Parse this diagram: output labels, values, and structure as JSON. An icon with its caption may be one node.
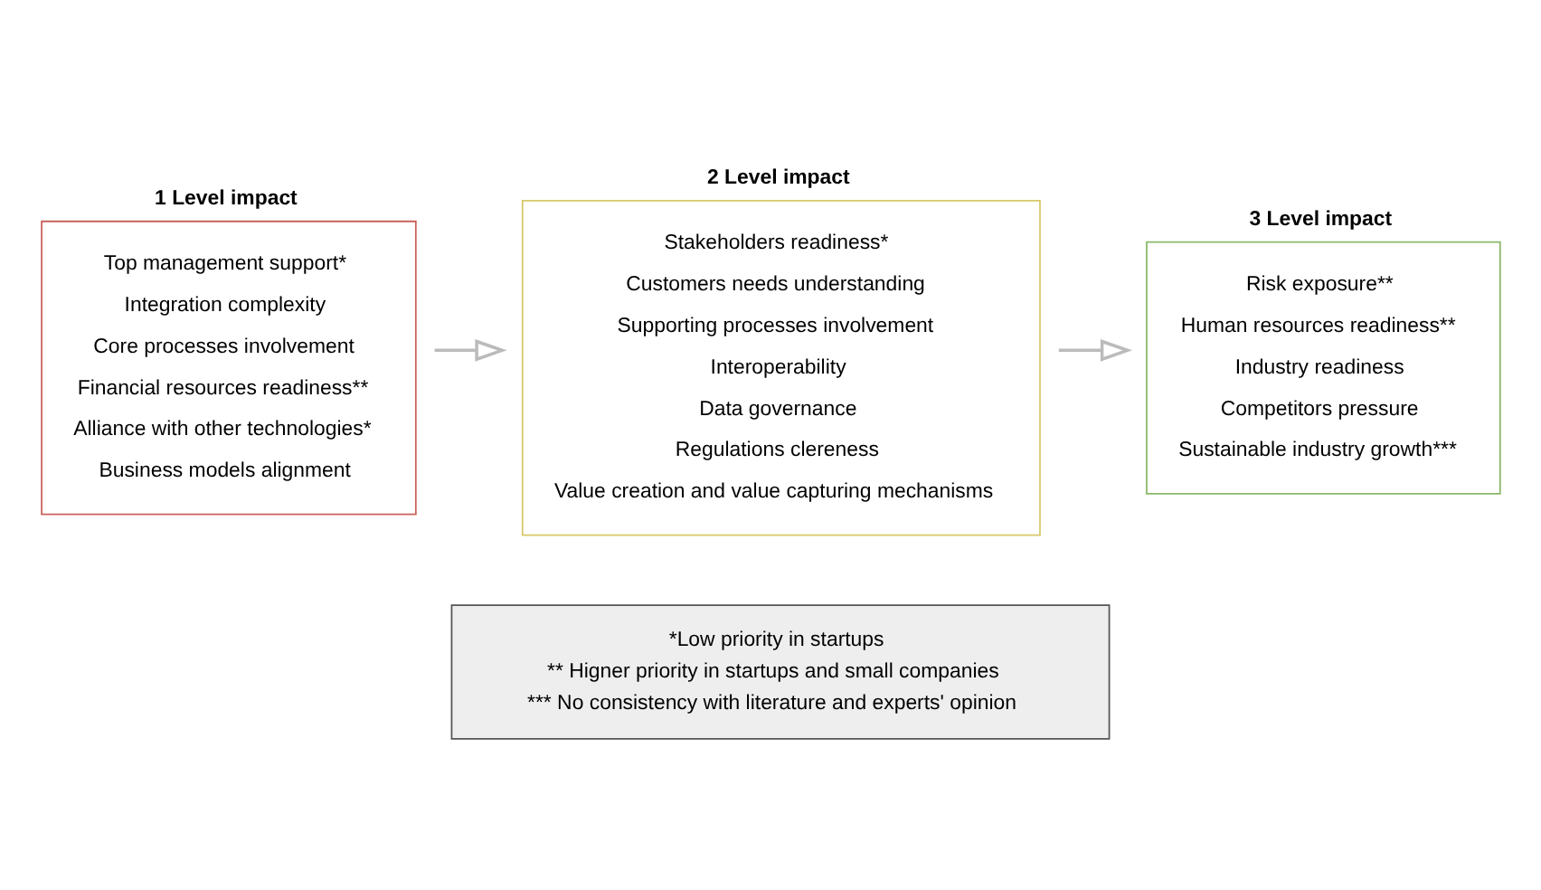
{
  "diagram": {
    "nodes": [
      {
        "text": [
          "1 Level impact",
          "Top management support*",
          "Integration complexity",
          "Core processes involvement",
          "Financial resources readiness**",
          "Alliance with other technologies*",
          "Business models alignment"
        ]
      },
      {
        "text": [
          "2 Level impact",
          "Stakeholders readiness*",
          "Customers needs understanding",
          "Supporting processes involvement",
          "Interoperability",
          "Data governance",
          "Regulations clereness",
          "Value creation and value capturing mechanisms"
        ]
      },
      {
        "text": [
          "3 Level impact",
          "Risk exposure**",
          "Human resources readiness**",
          "Industry readiness",
          "Competitors pressure",
          "Sustainable industry growth***"
        ]
      },
      {
        "text": [
          "*Low priority in startups",
          "** Higner priority in startups and small companies",
          "*** No consistency with literature and experts' opinion"
        ]
      }
    ],
    "edges": [
      {
        "from": 0,
        "to": 1,
        "arrow": "to"
      },
      {
        "from": 1,
        "to": 2,
        "arrow": "to"
      }
    ]
  }
}
